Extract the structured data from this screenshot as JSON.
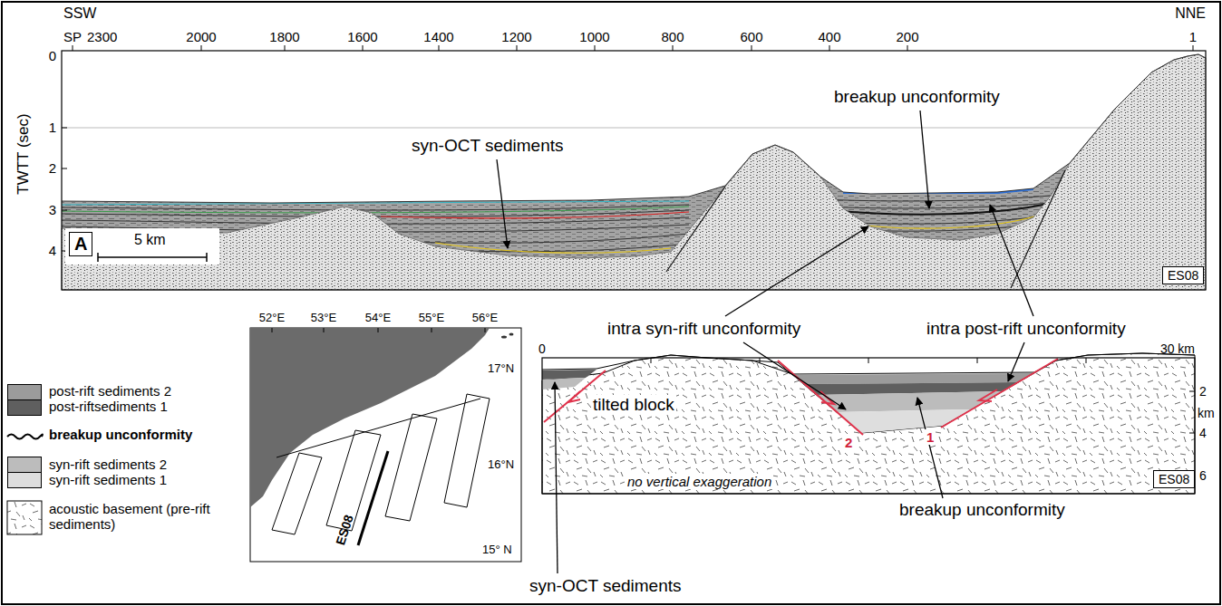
{
  "diagram": {
    "labels": [
      "SSW",
      "NNE",
      "SP",
      "2300",
      "2000",
      "1800",
      "1600",
      "1400",
      "1200",
      "1000",
      "800",
      "600",
      "400",
      "200",
      "1",
      "TWTT (sec)",
      "0",
      "1",
      "2",
      "3",
      "4",
      "A",
      "5 km",
      "ES08",
      "syn-OCT sediments",
      "breakup unconformity",
      "intra syn-rift unconformity",
      "intra post-rift unconformity",
      "52°E",
      "53°E",
      "54°E",
      "55°E",
      "56°E",
      "17°N",
      "16°N",
      "15° N",
      "ES08",
      "0",
      "30 km",
      "2",
      "4",
      "6",
      "km",
      "tilted block",
      "2",
      "1",
      "no vertical exaggeration",
      "ES08",
      "breakup unconformity",
      "syn-OCT sediments"
    ],
    "legend": [
      {
        "text": "post-rift sediments 2",
        "color": "#9b9b9b"
      },
      {
        "text": "post-riftsediments 1",
        "color": "#5f5f5f"
      },
      {
        "text": "breakup unconformity"
      },
      {
        "text": "syn-rift sediments 2",
        "color": "#bcbcbc"
      },
      {
        "text": "syn-rift sediments 1",
        "color": "#dedede"
      },
      {
        "text": "acoustic basement (pre-rift sediments)"
      }
    ]
  }
}
